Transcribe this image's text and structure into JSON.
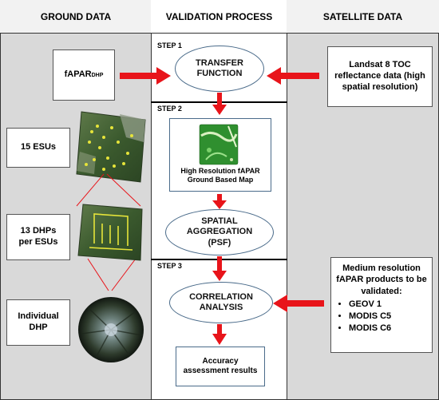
{
  "headers": {
    "ground": "GROUND DATA",
    "validation": "VALIDATION PROCESS",
    "satellite": "SATELLITE DATA"
  },
  "steps": {
    "step1": "STEP 1",
    "step2": "STEP 2",
    "step3": "STEP 3"
  },
  "ground": {
    "fapar_main": "fAPAR",
    "fapar_sub": "DHP",
    "esus": "15 ESUs",
    "dhps": "13 DHPs per ESUs",
    "individual": "Individual DHP"
  },
  "validation": {
    "transfer": "TRANSFER FUNCTION",
    "map_label": "High Resolution fAPAR Ground Based Map",
    "spatial": "SPATIAL AGGREGATION (PSF)",
    "correlation": "CORRELATION ANALYSIS",
    "accuracy": "Accuracy assessment results"
  },
  "satellite": {
    "landsat": "Landsat 8 TOC reflectance data (high spatial resolution)",
    "medium_title": "Medium resolution fAPAR products to be validated:",
    "products": [
      "GEOV 1",
      "MODIS C5",
      "MODIS C6"
    ]
  },
  "colors": {
    "arrow": "#e8141a",
    "panel_gray": "#d9d9d9",
    "ellipse_border": "#4a6b8a"
  }
}
